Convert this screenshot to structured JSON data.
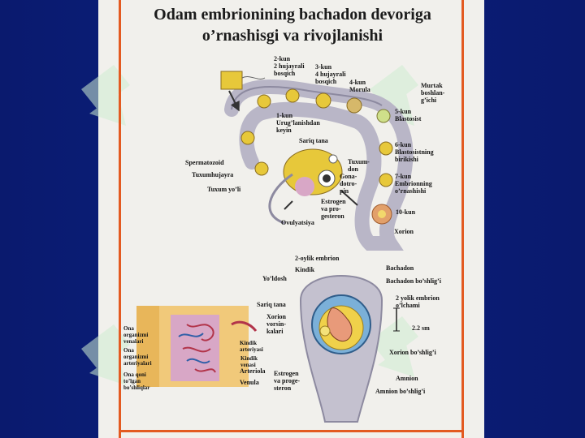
{
  "title": {
    "line1": "Odam embrionining bachadon devoriga",
    "line2": "o’rnashisgi va rivojlanishi"
  },
  "upper_labels": {
    "day2": "2-kun\n2 hujayrali\nbosqich",
    "day3": "3-kun\n4 hujayrali\nbosqich",
    "day4": "4-kun\nMorula",
    "murtak": "Murtak\nboshlan-\ng’ichi",
    "day5": "5-kun\nBlastosist",
    "day1": "1-kun\nUrug’lanishdan\nkeyin",
    "sariq_tana": "Sariq tana",
    "day6": "6-kun\nBlastosistning\nbirikishi",
    "spermatozoid": "Spermatozoid",
    "tuxumhujayra": "Tuxumhujayra",
    "tuxum_yoli": "Tuxum yo’li",
    "tuxumdon": "Tuxum-\ndon",
    "gonadotropin": "Gona-\ndotro-\npin",
    "day7": "7-kun\nEmbrionning\no’rnashishi",
    "estrogen": "Estrogen\nva pro-\ngesteron",
    "day10": "10-kun",
    "ovulyatsiya": "Ovulyatsiya",
    "xorion": "Xorion"
  },
  "lower_labels": {
    "oylik_embrion": "2-oylik embrion",
    "kindik": "Kindik",
    "yoldosh": "Yo’ldosh",
    "bachadon": "Bachadon",
    "bachadon_boshligi": "Bachadon bo’shlig’i",
    "sariq_tana": "Sariq tana",
    "yolik_embrion": "2 yolik embrion\no’lchami",
    "xorion_vorsin": "Xorion\nvorsin-\nkalari",
    "size": "2.2 sm",
    "ona_venalari": "Ona\norganizmi\nvenalari",
    "ona_arteriyalari": "Ona\norganizmi\narteriyalari",
    "ona_qoni": "Ona qoni\nto’lgan\nbo’shliqlar",
    "kindik_arteriyasi": "Kindik\narteriyasi",
    "kindik_venasi": "Kindik\nvenasi",
    "arteriola": "Arteriola",
    "venula": "Venula",
    "estrogen": "Estrogen\nva proge-\nsteron",
    "xorion_boshligi": "Xorion bo’shlig’i",
    "amnion": "Amnion",
    "amnion_boshligi": "Amnion bo’shlig’i"
  },
  "colors": {
    "background": "#0b1f7c",
    "plate": "#f1f0ec",
    "border": "#e35a21",
    "tissue": "#b9b6c7",
    "yolk": "#e7c83a",
    "watermark": "#cdecd2"
  }
}
